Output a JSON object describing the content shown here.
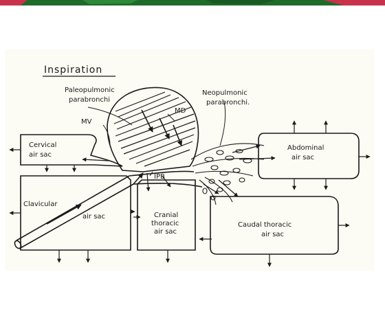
{
  "title": "Inspiration",
  "labels": {
    "paleo_1": "Paleopulmonic",
    "paleo_2": "parabronchi",
    "neo_1": "Neopulmonic",
    "neo_2": "parabronchi.",
    "md": "MD",
    "mv": "MV",
    "ipb": "IPB",
    "cervical_1": "Cervical",
    "cervical_2": "air sac",
    "abdominal_1": "Abdominal",
    "abdominal_2": "air sac",
    "clavicular_1": "Clavicular",
    "clavicular_2": "air sac",
    "cranial_1": "Cranial",
    "cranial_2": "thoracic",
    "cranial_3": "air sac",
    "caudal_1": "Caudal thoracic",
    "caudal_2": "air sac"
  },
  "colors": {
    "banner_green": "#1f6b2a",
    "banner_red": "#c8324a",
    "ink": "#1a1a1a",
    "paper": "#fcfbf4"
  }
}
